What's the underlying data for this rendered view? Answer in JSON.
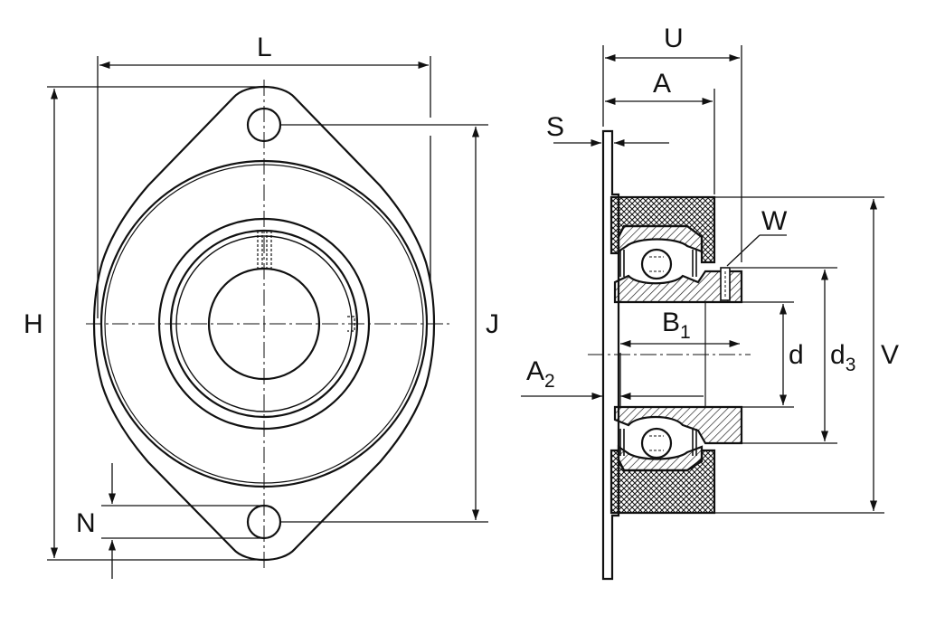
{
  "colors": {
    "line": "#111111",
    "background": "#ffffff",
    "hatch": "#111111"
  },
  "labels": {
    "L": "L",
    "H": "H",
    "J": "J",
    "N": "N",
    "U": "U",
    "A": "A",
    "S": "S",
    "W": "W",
    "B1_main": "B",
    "B1_sub": "1",
    "A2_main": "A",
    "A2_sub": "2",
    "d": "d",
    "d3_main": "d",
    "d3_sub": "3",
    "V": "V"
  }
}
